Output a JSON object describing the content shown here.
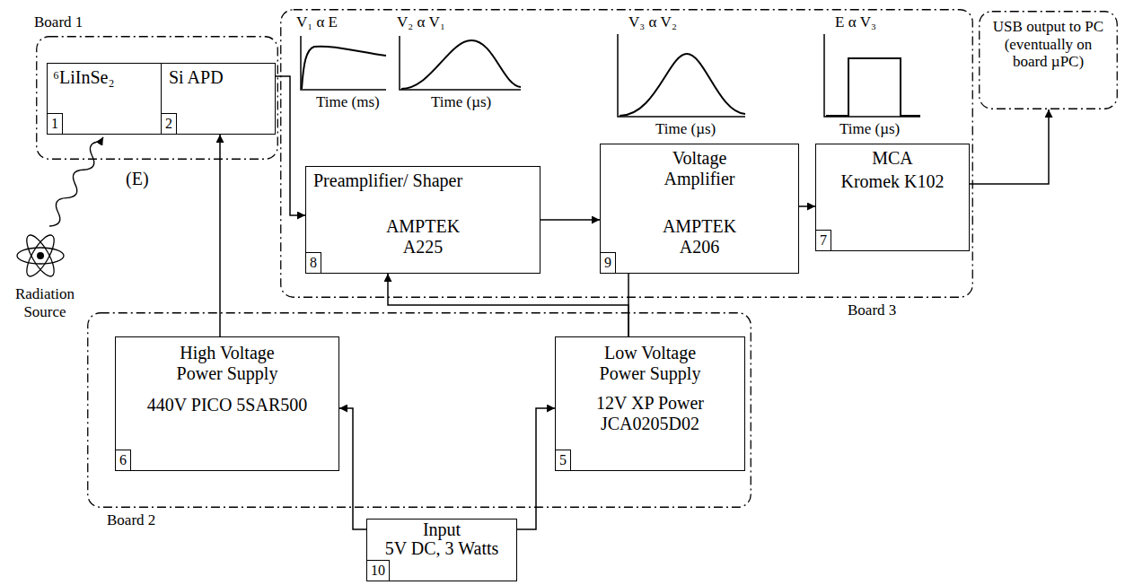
{
  "diagram": {
    "nodes": [
      {
        "text": [
          "Board 1"
        ]
      },
      {
        "text": [
          "⁶LiInSe₂",
          "1"
        ],
        "in": 0
      },
      {
        "text": [
          "Si APD",
          "2"
        ],
        "in": 0
      },
      {
        "text": [
          "Board 3"
        ]
      },
      {
        "text": [
          "Preamplifier/ Shaper",
          "AMPTEK A225",
          "8"
        ],
        "in": 3
      },
      {
        "text": [
          "Voltage Amplifier",
          "AMPTEK A206",
          "9"
        ],
        "in": 3
      },
      {
        "text": [
          "MCA",
          "Kromek K102",
          "7"
        ],
        "in": 3
      },
      {
        "text": [
          "USB output to PC (eventually on board µPC)"
        ]
      },
      {
        "text": [
          "Board 2"
        ]
      },
      {
        "text": [
          "High Voltage Power Supply",
          "440V PICO 5SAR500",
          "6"
        ],
        "in": 8
      },
      {
        "text": [
          "Low Voltage Power Supply",
          "12V XP Power JCA0205D02",
          "5"
        ],
        "in": 8
      },
      {
        "text": [
          "Input",
          "5V DC, 3 Watts",
          "10"
        ]
      }
    ],
    "edges": [
      {
        "from": 2,
        "to": 4,
        "arrow": "to"
      },
      {
        "from": 4,
        "to": 5,
        "arrow": "to"
      },
      {
        "from": 5,
        "to": 6,
        "arrow": "to"
      },
      {
        "from": 6,
        "to": 7,
        "arrow": "to"
      },
      {
        "from": 11,
        "to": 9,
        "arrow": "to"
      },
      {
        "from": 11,
        "to": 10,
        "arrow": "to"
      },
      {
        "from": 9,
        "to": 2,
        "arrow": "to"
      },
      {
        "from": 10,
        "to": 4,
        "arrow": "to"
      },
      {
        "from": 10,
        "to": 5,
        "arrow": "none"
      }
    ],
    "labels": [
      "(E)",
      "Radiation Source",
      "V₁ α E",
      "Time (ms)",
      "V₂ α V₁",
      "Time (µs)",
      "V₃ α V₂",
      "Time (µs)",
      "E α V₃",
      "Time (µs)"
    ]
  }
}
